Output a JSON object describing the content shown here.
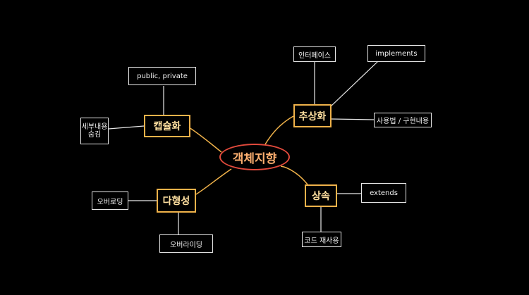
{
  "center": "객체지향",
  "topics": {
    "encapsulation": {
      "label": "캡슐화",
      "leaves": {
        "access": "public, private",
        "hide_line1": "세부내용",
        "hide_line2": "숨김"
      }
    },
    "abstraction": {
      "label": "추상화",
      "leaves": {
        "interface": "인터페이스",
        "implements": "implements",
        "usage": "사용법 / 구현내용"
      }
    },
    "inheritance": {
      "label": "상속",
      "leaves": {
        "extends": "extends",
        "reuse": "코드 재사용"
      }
    },
    "polymorphism": {
      "label": "다형성",
      "leaves": {
        "overloading": "오버로딩",
        "overriding": "오버라이딩"
      }
    }
  },
  "colors": {
    "background": "#000000",
    "center_border": "#e24a3c",
    "center_text": "#ffb070",
    "topic_border": "#f0b24a",
    "topic_text": "#ffe0a0",
    "branch_line": "#f0b24a",
    "leaf_border": "#e8e8e8"
  }
}
